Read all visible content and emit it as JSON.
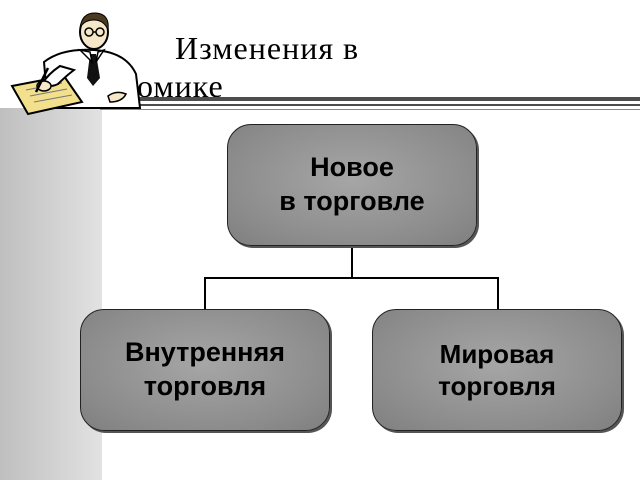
{
  "title": {
    "line1": "Изменения в",
    "line2": "омике"
  },
  "diagram": {
    "root": {
      "line1": "Новое",
      "line2": "в торговле"
    },
    "children": [
      {
        "line1": "Внутренняя",
        "line2": "торговля"
      },
      {
        "line1": "Мировая",
        "line2": "торговля"
      }
    ]
  },
  "colors": {
    "node_fill": "#8c8c8c",
    "node_border": "#222222",
    "rule": "#4d4d4d",
    "sidebar": "#cccccc"
  },
  "icons": [
    "scholar-writing-clipart-icon"
  ]
}
